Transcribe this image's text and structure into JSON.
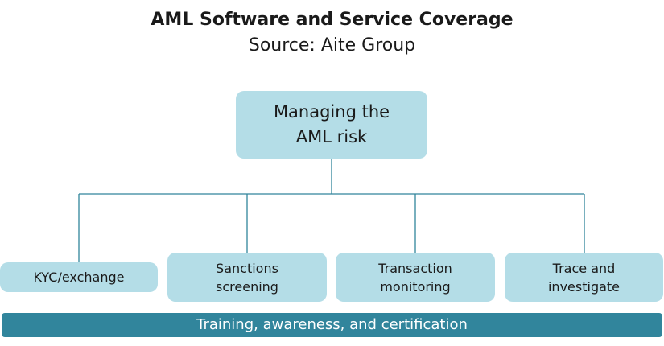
{
  "header": {
    "title": "AML Software and Service Coverage",
    "subtitle": "Source: Aite Group"
  },
  "diagram": {
    "root": {
      "label_line1": "Managing the",
      "label_line2": "AML risk"
    },
    "children": [
      {
        "label_line1": "KYC/exchange",
        "label_line2": ""
      },
      {
        "label_line1": "Sanctions",
        "label_line2": "screening"
      },
      {
        "label_line1": "Transaction",
        "label_line2": "monitoring"
      },
      {
        "label_line1": "Trace and",
        "label_line2": "investigate"
      }
    ],
    "foundation": "Training, awareness, and certification"
  },
  "colors": {
    "box_fill": "#b4dde7",
    "connector": "#31859c",
    "foundation_fill": "#31859c",
    "foundation_text": "#ffffff"
  }
}
